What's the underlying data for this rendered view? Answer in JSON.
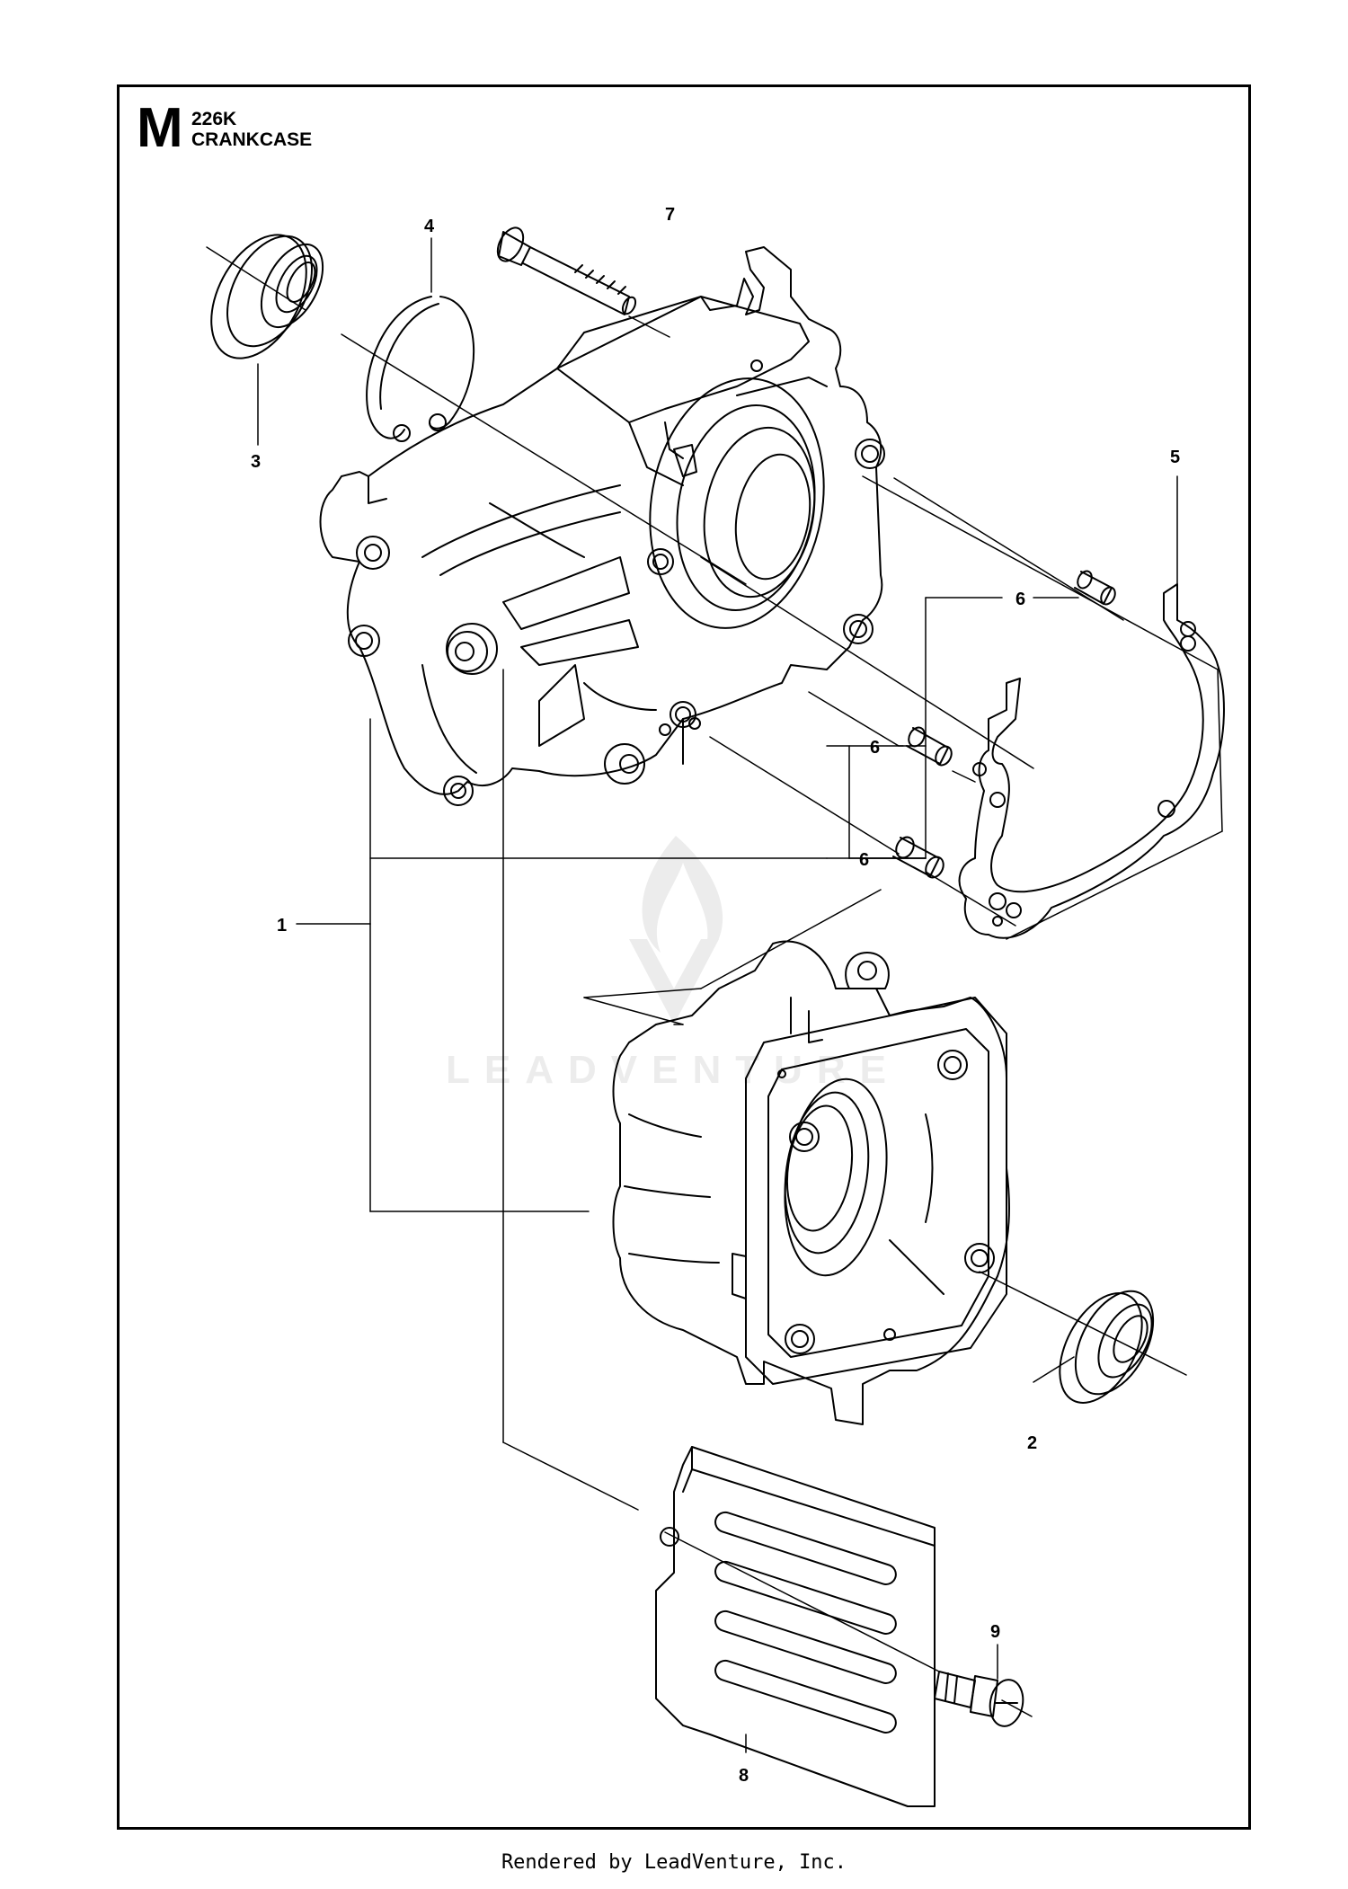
{
  "header": {
    "section_letter": "M",
    "model": "226K",
    "title": "CRANKCASE"
  },
  "callouts": [
    {
      "id": "1",
      "label": "1"
    },
    {
      "id": "2",
      "label": "2"
    },
    {
      "id": "3",
      "label": "3"
    },
    {
      "id": "4",
      "label": "4"
    },
    {
      "id": "5",
      "label": "5"
    },
    {
      "id": "6a",
      "label": "6"
    },
    {
      "id": "6b",
      "label": "6"
    },
    {
      "id": "6c",
      "label": "6"
    },
    {
      "id": "7",
      "label": "7"
    },
    {
      "id": "8",
      "label": "8"
    },
    {
      "id": "9",
      "label": "9"
    }
  ],
  "watermark": {
    "text": "LEADVENTURE",
    "icon": "leadventure-flame-logo"
  },
  "footer": {
    "text": "Rendered by LeadVenture, Inc."
  },
  "colors": {
    "line": "#000000",
    "watermark": "#e6e6e6",
    "background": "#ffffff"
  }
}
